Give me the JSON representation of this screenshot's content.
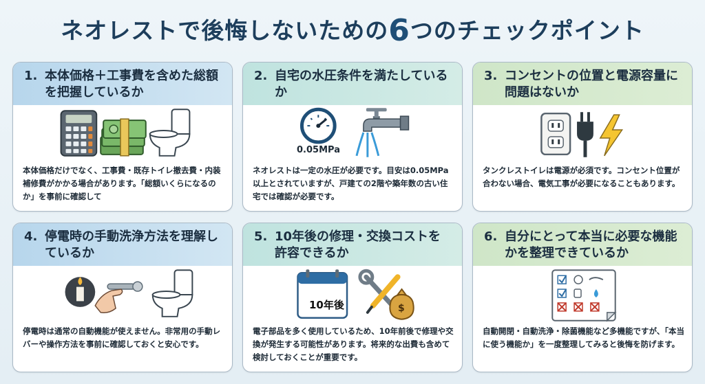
{
  "title": {
    "part1": "ネオレストで後悔しないための",
    "number": "6",
    "part2": "つのチェックポイント"
  },
  "cards": [
    {
      "num": "1.",
      "heading": "本体価格＋工事費を含めた総額を把握しているか",
      "desc": "本体価格だけでなく、工事費・既存トイレ撤去費・内装補修費がかかる場合があります。「総額いくらになるのか」を事前に確認して"
    },
    {
      "num": "2.",
      "heading": "自宅の水圧条件を満たしているか",
      "desc": "ネオレストは一定の水圧が必要です。目安は0.05MPa以上とされていますが、戸建ての2階や築年数の古い住宅では確認が必要です。",
      "gauge_label": "0.05MPa"
    },
    {
      "num": "3.",
      "heading": "コンセントの位置と電源容量に問題はないか",
      "desc": "タンクレストイレは電源が必須です。コンセント位置が合わない場合、電気工事が必要になることもあります。"
    },
    {
      "num": "4.",
      "heading": "停電時の手動洗浄方法を理解しているか",
      "desc": "停電時は通常の自動機能が使えません。非常用の手動レバーや操作方法を事前に確認しておくと安心です。"
    },
    {
      "num": "5.",
      "heading": "10年後の修理・交換コストを許容できるか",
      "desc": "電子部品を多く使用しているため、10年前後で修理や交換が発生する可能性があります。将来的な出費も含めて検討しておくことが重要です。",
      "calendar_label": "10年後",
      "money_label": "$"
    },
    {
      "num": "6.",
      "heading": "自分にとって本当に必要な機能かを整理できているか",
      "desc": "自動開閉・自動洗浄・除菌機能など多機能ですが、「本当に使う機能か」を一度整理してみると後悔を防げます。"
    }
  ],
  "icons": [
    "calculator-icon",
    "cash-icon",
    "toilet-icon",
    "pressure-gauge-icon",
    "faucet-icon",
    "outlet-icon",
    "plug-icon",
    "lightning-icon",
    "candle-icon",
    "hand-lever-icon",
    "calendar-icon",
    "tools-icon",
    "money-bag-icon",
    "checklist-icon"
  ]
}
